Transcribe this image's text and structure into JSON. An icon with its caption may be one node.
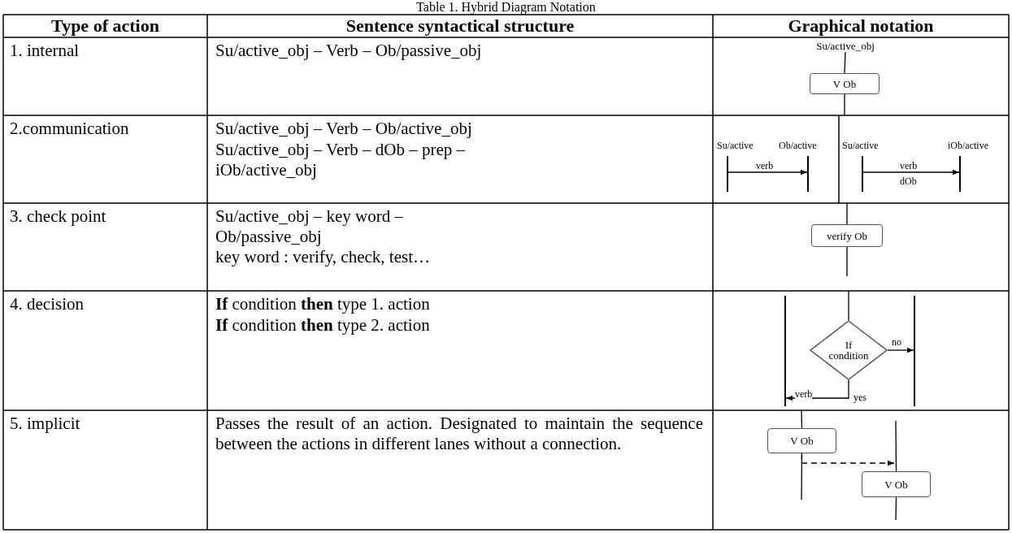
{
  "diagram": {
    "title": "Table 1. Hybrid Diagram Notation",
    "nodes": [
      {
        "text": [
          "Su/active_obj"
        ]
      },
      {
        "text": [
          "V Ob"
        ]
      },
      {
        "text": [],
        "shape": "bar",
        "beside": [
          "Su/active"
        ]
      },
      {
        "text": [],
        "shape": "bar",
        "beside": [
          "Ob/active"
        ]
      },
      {
        "text": [],
        "shape": "bar",
        "beside": [
          "Su/active"
        ]
      },
      {
        "text": [],
        "shape": "bar",
        "beside": [
          "iOb/active"
        ]
      },
      {
        "text": [
          "verify Ob"
        ]
      },
      {
        "text": [],
        "shape": "bar"
      },
      {
        "text": [
          "If condition"
        ]
      },
      {
        "text": [],
        "shape": "bar"
      },
      {
        "text": [
          "V Ob"
        ]
      },
      {
        "text": [
          "V Ob"
        ]
      }
    ],
    "edges": [
      {
        "from": 0,
        "to": 1,
        "arrow": "none"
      },
      {
        "from": 1,
        "to": null,
        "arrow": "none"
      },
      {
        "from": 2,
        "to": 3,
        "arrow": "to",
        "label": "verb"
      },
      {
        "from": 4,
        "to": 5,
        "arrow": "to",
        "label": "verb"
      },
      {
        "from": null,
        "to": 6,
        "arrow": "none"
      },
      {
        "from": 6,
        "to": null,
        "arrow": "none"
      },
      {
        "from": null,
        "to": 8,
        "arrow": "none"
      },
      {
        "from": 8,
        "to": 9,
        "arrow": "to",
        "label": "no"
      },
      {
        "from": 8,
        "to": 7,
        "arrow": "to",
        "label": "yes"
      },
      {
        "from": null,
        "to": 10,
        "arrow": "none"
      },
      {
        "from": 10,
        "to": null,
        "arrow": "none"
      },
      {
        "from": null,
        "to": 11,
        "arrow": "none"
      },
      {
        "from": 11,
        "to": null,
        "arrow": "none"
      },
      {
        "from": 10,
        "to": 11,
        "arrow": "to",
        "style": "dashed"
      }
    ],
    "labels": [
      "Type of action",
      "Sentence syntactical structure",
      "Graphical notation",
      "1. internal",
      "Su/active_obj – Verb – Ob/passive_obj",
      "2.communication",
      "Su/active_obj – Verb – Ob/active_obj",
      "Su/active_obj – Verb – dOb – prep – iOb/active_obj",
      "3. check point",
      "Su/active_obj – key word – Ob/passive_obj",
      "key word  : verify, check, test…",
      "4. decision",
      "**If** condition  **then** type 1. action",
      "**If**  condition  **then** type 2. action",
      "5. implicit",
      "Passes the result of an action. Designated to maintain the sequence between the actions in different lanes without a connection.",
      "dOb",
      "verb"
    ]
  }
}
